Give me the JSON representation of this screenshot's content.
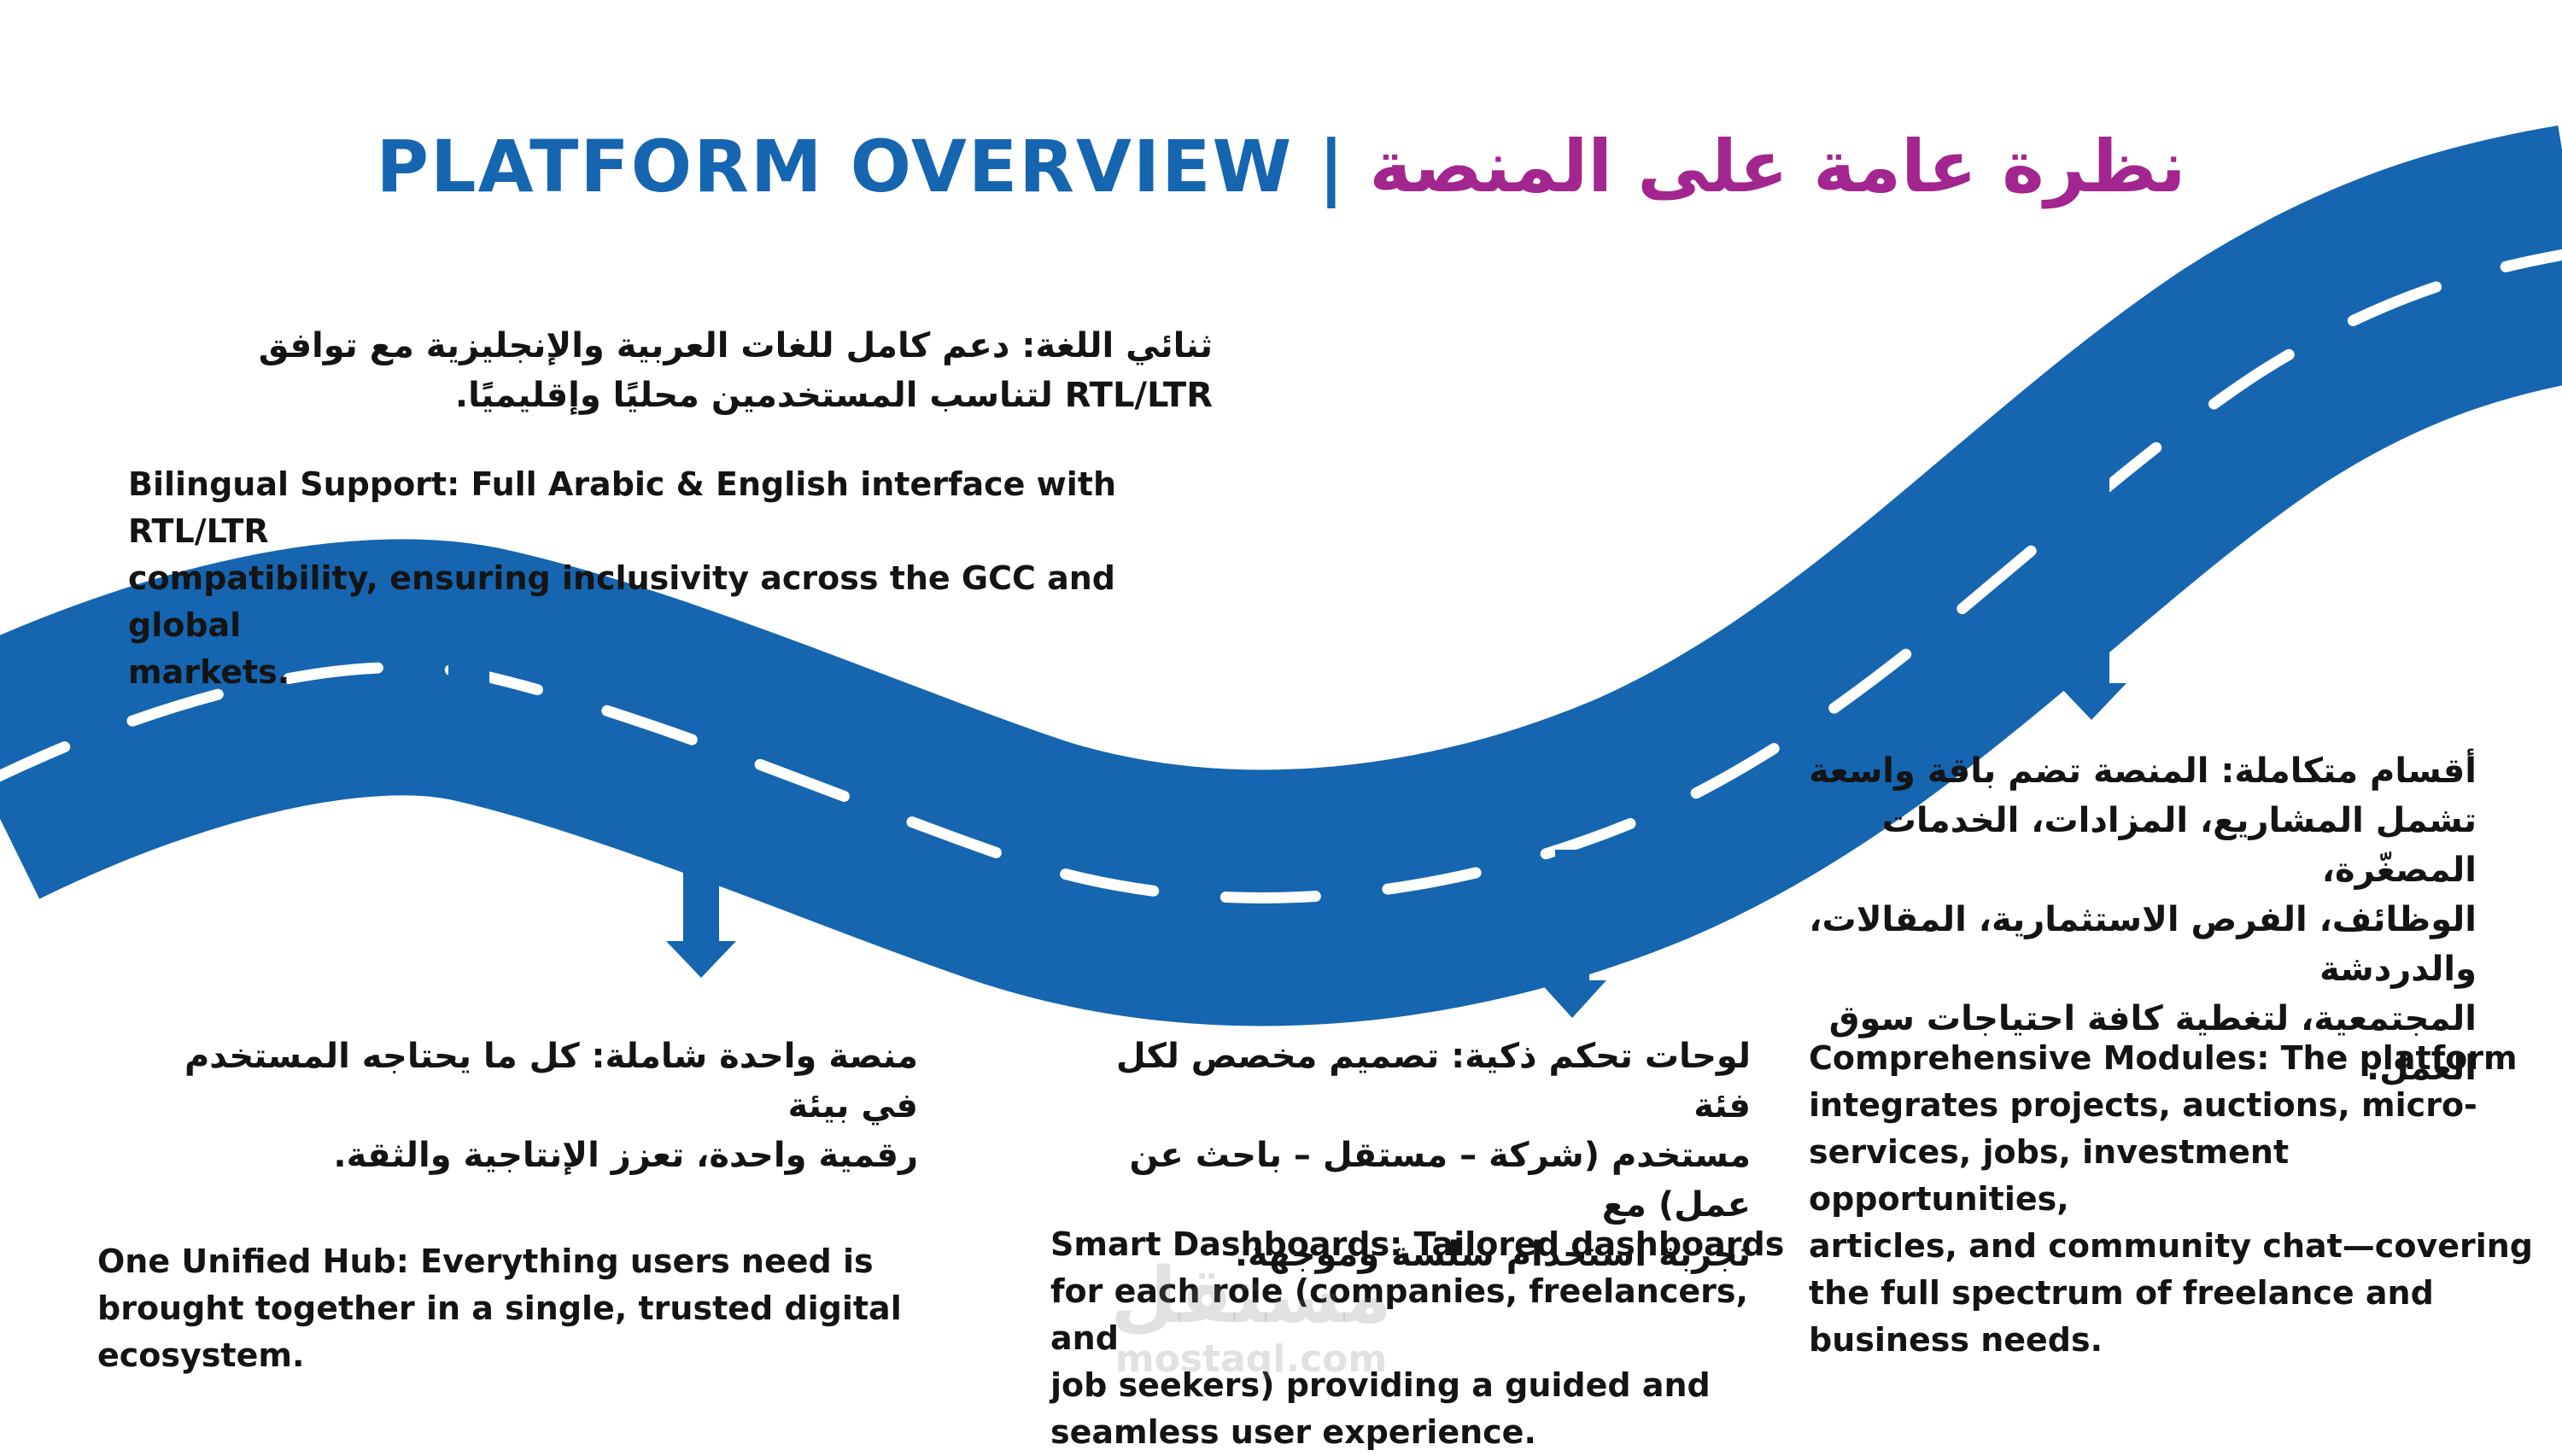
{
  "title": {
    "english": "PLATFORM OVERVIEW",
    "separator": "|",
    "arabic": "نظرة عامة على المنصة"
  },
  "colors": {
    "road": "#1565b0",
    "dash": "#ffffff",
    "title_english": "#1565b0",
    "title_arabic": "#a3258f",
    "text": "#141414"
  },
  "icons": {
    "arrow": "arrow-icon"
  },
  "sections": {
    "bilingual": {
      "arabic_line1": "ثنائي اللغة: دعم كامل للغات العربية والإنجليزية مع توافق",
      "arabic_line2": "RTL/LTR لتناسب المستخدمين محليًا وإقليميًا.",
      "english_line1": "Bilingual Support: Full Arabic & English interface with RTL/LTR",
      "english_line2": "compatibility, ensuring inclusivity across the GCC and global",
      "english_line3": "markets."
    },
    "unified_hub": {
      "arabic_line1": "منصة واحدة شاملة: كل ما يحتاجه المستخدم في بيئة",
      "arabic_line2": "رقمية واحدة، تعزز الإنتاجية والثقة.",
      "english_line1": "One Unified Hub: Everything users need is",
      "english_line2": "brought together in a single, trusted digital",
      "english_line3": "ecosystem."
    },
    "smart_dashboards": {
      "arabic_line1": "لوحات تحكم ذكية: تصميم مخصص لكل فئة",
      "arabic_line2": "مستخدم (شركة – مستقل – باحث عن عمل) مع",
      "arabic_line3": "تجربة استخدام سلسة وموجهة.",
      "english_line1": "Smart Dashboards: Tailored dashboards",
      "english_line2": "for each role (companies, freelancers, and",
      "english_line3": "job seekers) providing a guided and",
      "english_line4": "seamless user experience."
    },
    "modules": {
      "arabic_line1": "أقسام متكاملة: المنصة تضم باقة واسعة",
      "arabic_line2": "تشمل المشاريع، المزادات، الخدمات المصغّرة،",
      "arabic_line3": "الوظائف، الفرص الاستثمارية، المقالات، والدردشة",
      "arabic_line4": "المجتمعية، لتغطية كافة احتياجات سوق العمل.",
      "english_line1": "Comprehensive Modules: The platform",
      "english_line2": "integrates projects, auctions, micro-",
      "english_line3": "services, jobs, investment opportunities,",
      "english_line4": "articles, and community chat—covering",
      "english_line5": "the full spectrum of freelance and",
      "english_line6": "business needs."
    }
  },
  "watermark": {
    "arabic": "مستقل",
    "latin": "mostaql.com"
  }
}
